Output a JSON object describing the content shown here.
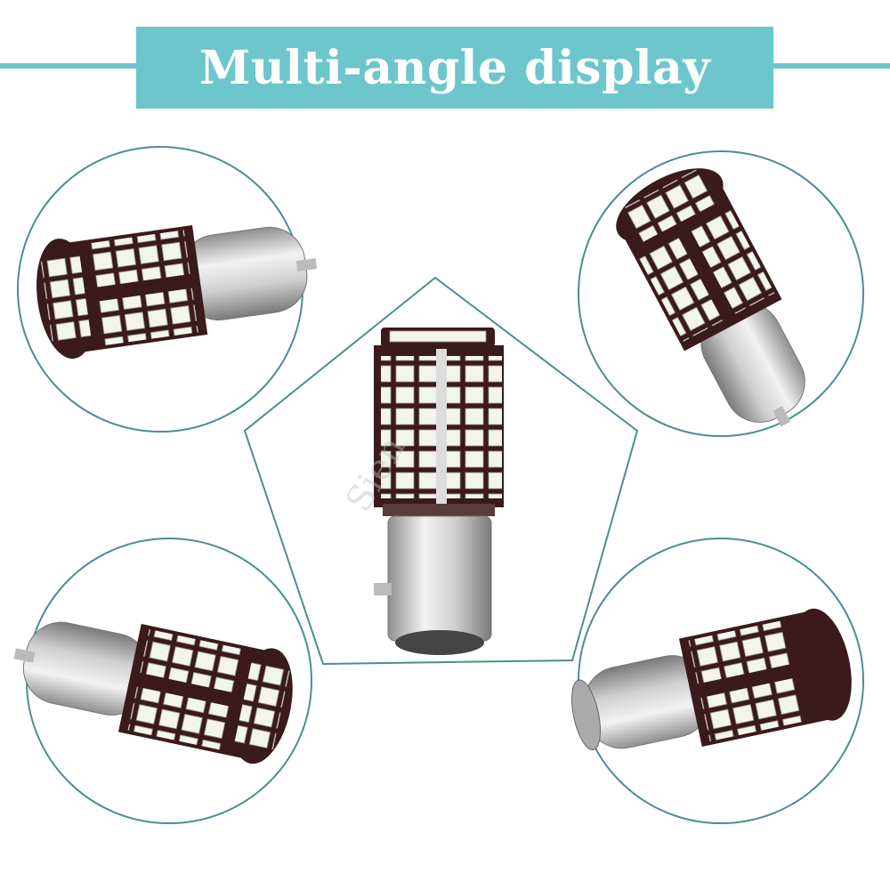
{
  "banner": {
    "title": "Multi-angle display"
  },
  "colors": {
    "accent": "#6cc6cc",
    "outline": "#4a8e94",
    "pcb": "#3a1a1c",
    "led": "#f4f4ee",
    "metal": "#c9c9c9"
  },
  "views": [
    {
      "name": "view-top-left",
      "icon": "bulb-angle-icon"
    },
    {
      "name": "view-top-right",
      "icon": "bulb-angle-icon"
    },
    {
      "name": "view-center",
      "icon": "bulb-front-icon"
    },
    {
      "name": "view-bottom-left",
      "icon": "bulb-angle-icon"
    },
    {
      "name": "view-bottom-right",
      "icon": "bulb-angle-icon"
    }
  ],
  "watermark": "Sien"
}
